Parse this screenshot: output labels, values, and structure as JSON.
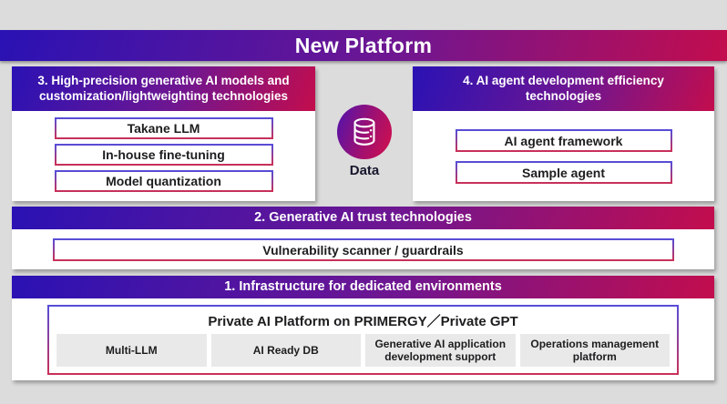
{
  "page": {
    "title": "New Platform",
    "background_color": "#dcdcdc"
  },
  "brand_gradient": {
    "start": "#2a12b4",
    "mid": "#6f1691",
    "end": "#c30d4d"
  },
  "box_border_gradient": {
    "top": "#564dd8",
    "bottom": "#c93058"
  },
  "data_hub": {
    "label": "Data",
    "icon": "database-icon",
    "circle_gradient": {
      "start": "#5613a8",
      "end": "#ce0f4f"
    }
  },
  "panels": {
    "high_precision": {
      "header": "3. High-precision generative AI models and customization/lightweighting technologies",
      "items": [
        "Takane LLM",
        "In-house fine-tuning",
        "Model quantization"
      ]
    },
    "ai_agent": {
      "header": "4. AI agent development efficiency technologies",
      "items": [
        "AI agent framework",
        "Sample agent"
      ]
    },
    "trust": {
      "header": "2. Generative AI trust technologies",
      "items": [
        "Vulnerability scanner / guardrails"
      ]
    },
    "infrastructure": {
      "header": "1. Infrastructure for dedicated environments",
      "platform_title": "Private AI Platform on PRIMERGY／Private GPT",
      "sub_items": [
        "Multi-LLM",
        "AI Ready DB",
        "Generative AI application development support",
        "Operations management platform"
      ]
    }
  }
}
